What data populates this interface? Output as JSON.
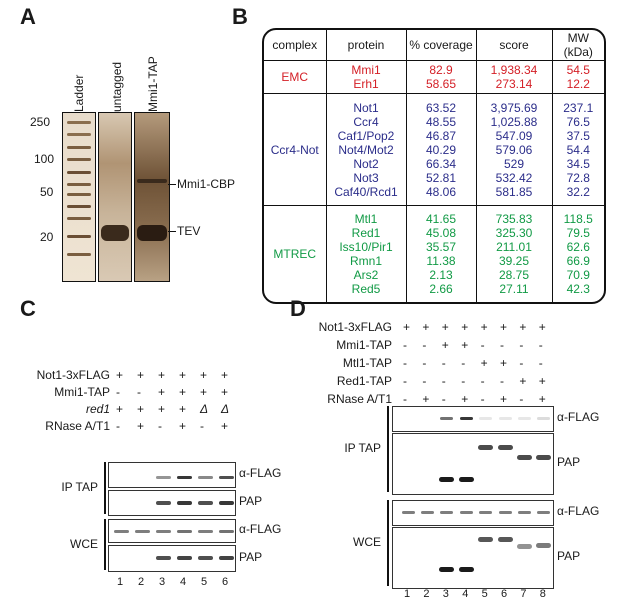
{
  "panel_labels": {
    "a": "A",
    "b": "B",
    "c": "C",
    "d": "D"
  },
  "panel_a": {
    "lanes": [
      "Ladder",
      "untagged",
      "Mmi1-TAP"
    ],
    "markers": [
      "250",
      "100",
      "50",
      "20"
    ],
    "annotations": [
      "Mmi1-CBP",
      "TEV"
    ]
  },
  "panel_b": {
    "headers": [
      "complex",
      "protein",
      "% coverage",
      "score",
      "MW",
      "(kDa)"
    ],
    "groups": [
      {
        "complex": "EMC",
        "color": "#d41f26",
        "rows": [
          [
            "Mmi1",
            "82.9",
            "1,938.34",
            "54.5"
          ],
          [
            "Erh1",
            "58.65",
            "273.14",
            "12.2"
          ]
        ]
      },
      {
        "complex": "Ccr4-Not",
        "color": "#2b2d8a",
        "rows": [
          [
            "Not1",
            "63.52",
            "3,975.69",
            "237.1"
          ],
          [
            "Ccr4",
            "48.55",
            "1,025.88",
            "76.5"
          ],
          [
            "Caf1/Pop2",
            "46.87",
            "547.09",
            "37.5"
          ],
          [
            "Not4/Mot2",
            "40.29",
            "579.06",
            "54.4"
          ],
          [
            "Not2",
            "66.34",
            "529",
            "34.5"
          ],
          [
            "Not3",
            "52.81",
            "532.42",
            "72.8"
          ],
          [
            "Caf40/Rcd1",
            "48.06",
            "581.85",
            "32.2"
          ]
        ]
      },
      {
        "complex": "MTREC",
        "color": "#119a45",
        "rows": [
          [
            "Mtl1",
            "41.65",
            "735.83",
            "118.5"
          ],
          [
            "Red1",
            "45.08",
            "325.30",
            "79.5"
          ],
          [
            "Iss10/Pir1",
            "35.57",
            "211.01",
            "62.6"
          ],
          [
            "Rmn1",
            "11.38",
            "39.25",
            "66.9"
          ],
          [
            "Ars2",
            "2.13",
            "28.75",
            "70.9"
          ],
          [
            "Red5",
            "2.66",
            "27.11",
            "42.3"
          ]
        ]
      }
    ]
  },
  "panel_c": {
    "conditions": [
      {
        "label": "Not1-3xFLAG",
        "values": [
          "+",
          "+",
          "+",
          "+",
          "+",
          "+"
        ]
      },
      {
        "label": "Mmi1-TAP",
        "values": [
          "-",
          "-",
          "+",
          "+",
          "+",
          "+"
        ]
      },
      {
        "label": "red1",
        "values": [
          "+",
          "+",
          "+",
          "+",
          "Δ",
          "Δ"
        ]
      },
      {
        "label": "RNase A/T1",
        "values": [
          "-",
          "+",
          "-",
          "+",
          "-",
          "+"
        ]
      }
    ],
    "section_ip": "IP TAP",
    "section_wce": "WCE",
    "probe_flag": "α-FLAG",
    "probe_pap": "PAP",
    "lane_numbers": [
      "1",
      "2",
      "3",
      "4",
      "5",
      "6"
    ]
  },
  "panel_d": {
    "conditions": [
      {
        "label": "Not1-3xFLAG",
        "values": [
          "+",
          "+",
          "+",
          "+",
          "+",
          "+",
          "+",
          "+"
        ]
      },
      {
        "label": "Mmi1-TAP",
        "values": [
          "-",
          "-",
          "+",
          "+",
          "-",
          "-",
          "-",
          "-"
        ]
      },
      {
        "label": "Mtl1-TAP",
        "values": [
          "-",
          "-",
          "-",
          "-",
          "+",
          "+",
          "-",
          "-"
        ]
      },
      {
        "label": "Red1-TAP",
        "values": [
          "-",
          "-",
          "-",
          "-",
          "-",
          "-",
          "+",
          "+"
        ]
      },
      {
        "label": "RNase A/T1",
        "values": [
          "-",
          "+",
          "-",
          "+",
          "-",
          "+",
          "-",
          "+"
        ]
      }
    ],
    "section_ip": "IP TAP",
    "section_wce": "WCE",
    "probe_flag": "α-FLAG",
    "probe_pap": "PAP",
    "lane_numbers": [
      "1",
      "2",
      "3",
      "4",
      "5",
      "6",
      "7",
      "8"
    ]
  }
}
